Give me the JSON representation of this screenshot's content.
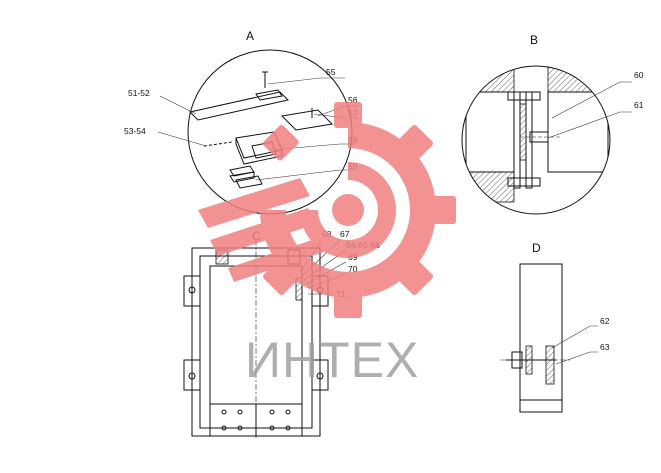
{
  "views": {
    "A": "A",
    "B": "B",
    "C": "C",
    "D": "D"
  },
  "callouts": {
    "c55": "55",
    "c51_52": "51-52",
    "c56": "56",
    "c57": "57",
    "c53_54": "53-54",
    "c58": "58",
    "c59": "59",
    "c60": "60",
    "c61": "61",
    "c68": "68",
    "c67": "67",
    "c64_66": "64-65-66",
    "c69": "69",
    "c70": "70",
    "c71": "71",
    "c62": "62",
    "c63": "63"
  },
  "watermark": {
    "text": "ИНТЕХ",
    "gear_color": "#f08080",
    "text_color": "#a0a0a0"
  }
}
